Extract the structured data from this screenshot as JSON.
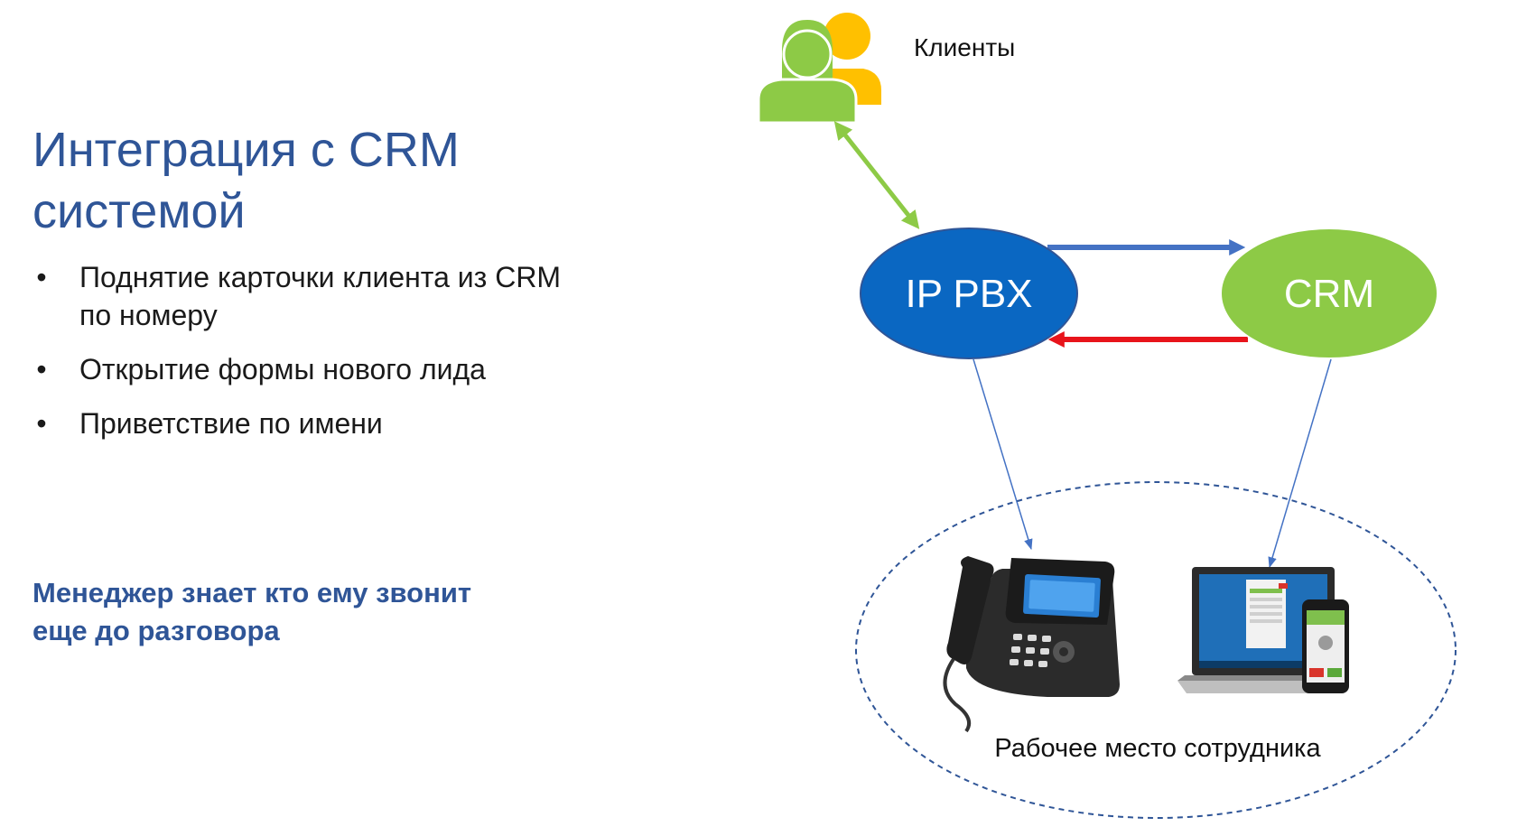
{
  "slide": {
    "title_line1": "Интеграция с CRM",
    "title_line2": "системой",
    "bullets": [
      {
        "marker": "•",
        "text": "Поднятие карточки клиента из CRM по номеру"
      },
      {
        "marker": "•",
        "text": "Открытие формы нового лида"
      },
      {
        "marker": "•",
        "text": "Приветствие по имени"
      }
    ],
    "highlight_line1": "Менеджер знает кто ему звонит",
    "highlight_line2": "еще до разговора"
  },
  "diagram": {
    "clients_label": "Клиенты",
    "pbx_label": "IP PBX",
    "crm_label": "CRM",
    "workplace_label": "Рабочее место сотрудника",
    "colors": {
      "pbx": "#0A67C2",
      "crm": "#8DCA46",
      "arrow_to_crm": "#4472C4",
      "arrow_to_pbx": "#E8141B",
      "client_arrow": "#8DCA46",
      "person_front": "#8DCA46",
      "person_back": "#FFC000",
      "connector": "#4472C4",
      "workplace_border": "#2F5597"
    },
    "icons": [
      "clients-icon",
      "ip-phone-icon",
      "laptop-icon",
      "smartphone-icon"
    ]
  }
}
